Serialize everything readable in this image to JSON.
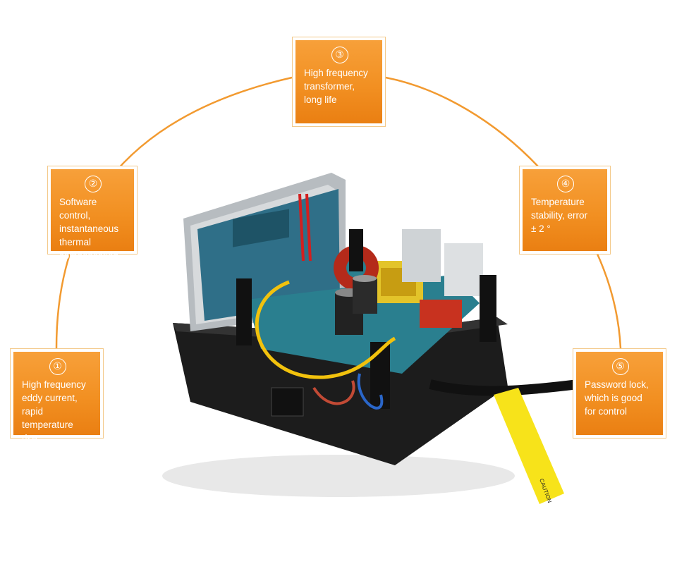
{
  "colors": {
    "accent_orange": "#f29022",
    "arc_line": "#f29a30",
    "box_border": "#f3c98a",
    "text_on_orange": "#ffffff"
  },
  "image": {
    "subject": "soldering-station-control-board"
  },
  "features": [
    {
      "number": "①",
      "text": "High frequency\neddy current,\nrapid temperature\nrise"
    },
    {
      "number": "②",
      "text": "Software control,\ninstantaneous\nthermal\ncompensation"
    },
    {
      "number": "③",
      "text": "High frequency\ntransformer,\nlong life"
    },
    {
      "number": "④",
      "text": "Temperature\nstability, error\n± 2 °"
    },
    {
      "number": "⑤",
      "text": "Password lock,\nwhich is good\nfor control"
    }
  ],
  "product_label": {
    "text": "CAUTION"
  }
}
